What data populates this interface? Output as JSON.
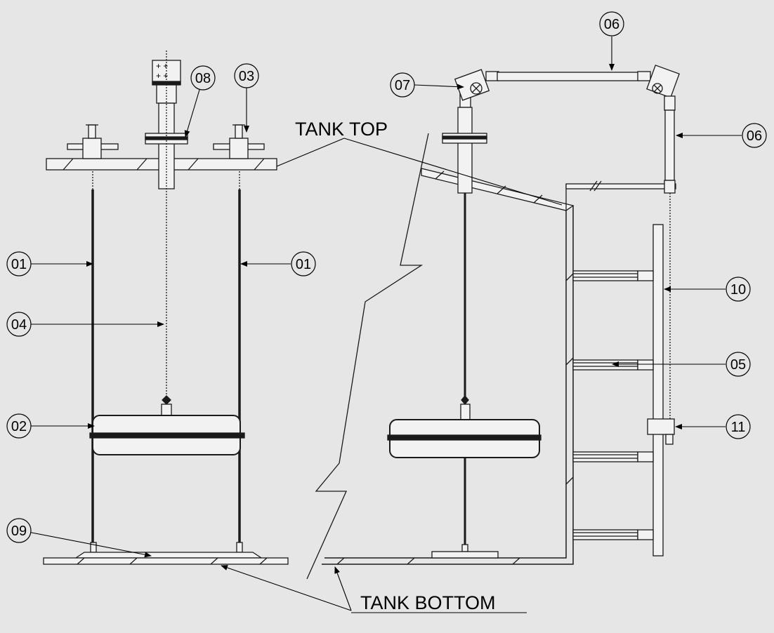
{
  "labels": {
    "tank_top": "TANK TOP",
    "tank_bottom": "TANK BOTTOM"
  },
  "callouts": {
    "c01a": "01",
    "c01b": "01",
    "c02": "02",
    "c03": "03",
    "c04": "04",
    "c05": "05",
    "c06a": "06",
    "c06b": "06",
    "c07": "07",
    "c08": "08",
    "c09": "09",
    "c10": "10",
    "c11": "11"
  },
  "colors": {
    "background": "#e6e6e6",
    "line": "#1a1a1a",
    "part_fill": "#f2f2f2"
  }
}
